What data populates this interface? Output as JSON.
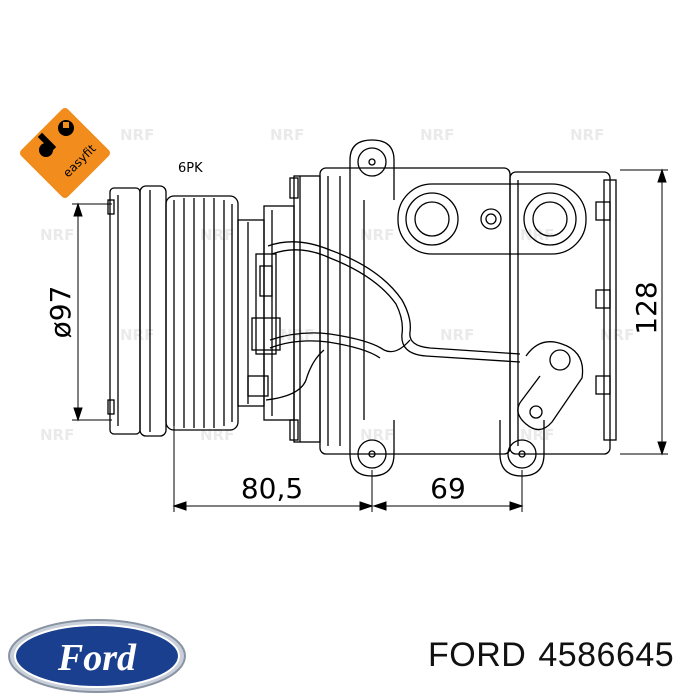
{
  "diagram": {
    "badge_text": "easyfit",
    "pulley_label": "6PK",
    "dimensions": {
      "diameter": "ø97",
      "height": "128",
      "length_a": "80,5",
      "length_b": "69"
    },
    "watermark": "NRF"
  },
  "brand": {
    "logo_text": "Ford",
    "logo_color": "#1b3f8f",
    "badge_color": "#f28c1c"
  },
  "caption": {
    "brand": "FORD",
    "part_number": "4586645"
  }
}
